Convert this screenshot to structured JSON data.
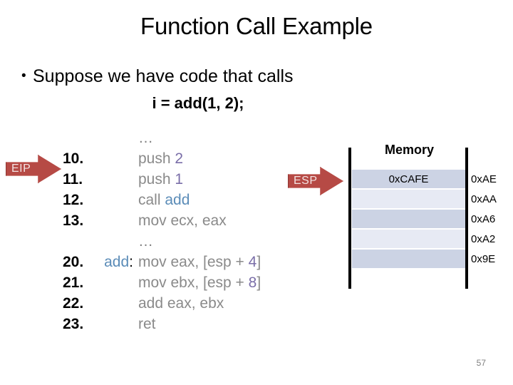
{
  "slide": {
    "title": "Function Call Example",
    "bullet_marker": "•",
    "bullet_text": "Suppose we have code that calls",
    "call_line": "i = add(1, 2);",
    "slide_number": "57"
  },
  "registers": {
    "eip": {
      "label": "EIP",
      "points_to_line": "10."
    },
    "esp": {
      "label": "ESP",
      "points_to_row": "0xAE"
    }
  },
  "code": {
    "top_ellipsis": "…",
    "mid_ellipsis": "…",
    "lines": [
      {
        "num": "10.",
        "label": "",
        "text": "push ",
        "operand": "2",
        "operand_kind": "num",
        "tail": ""
      },
      {
        "num": "11.",
        "label": "",
        "text": "push ",
        "operand": "1",
        "operand_kind": "num",
        "tail": ""
      },
      {
        "num": "12.",
        "label": "",
        "text": "call ",
        "operand": "add",
        "operand_kind": "fnref",
        "tail": ""
      },
      {
        "num": "13.",
        "label": "",
        "text": "mov ecx, eax",
        "operand": "",
        "operand_kind": "",
        "tail": ""
      }
    ],
    "lines2": [
      {
        "num": "20.",
        "label": "add",
        "label_suffix": ":",
        "text": "mov eax, [esp + ",
        "operand": "4",
        "operand_kind": "num",
        "tail": "]"
      },
      {
        "num": "21.",
        "label": "",
        "label_suffix": "",
        "text": "mov ebx, [esp + ",
        "operand": "8",
        "operand_kind": "num",
        "tail": "]"
      },
      {
        "num": "22.",
        "label": "",
        "label_suffix": "",
        "text": "add eax, ebx",
        "operand": "",
        "operand_kind": "",
        "tail": ""
      },
      {
        "num": "23.",
        "label": "",
        "label_suffix": "",
        "text": "ret",
        "operand": "",
        "operand_kind": "",
        "tail": ""
      }
    ]
  },
  "memory": {
    "title": "Memory",
    "rows": [
      {
        "value": "0xCAFE",
        "address": "0xAE"
      },
      {
        "value": "",
        "address": "0xAA"
      },
      {
        "value": "",
        "address": "0xA6"
      },
      {
        "value": "",
        "address": "0xA2"
      },
      {
        "value": "",
        "address": "0x9E"
      }
    ]
  },
  "colors": {
    "arrow_fill": "#b64a45",
    "arrow_border": "#8f3632",
    "mnemonic": "#8a8a8a",
    "literal": "#7a6ea8",
    "function": "#5b8cb8",
    "mem_shade_a": "#ccd3e4",
    "mem_shade_b": "#e7eaf4"
  }
}
